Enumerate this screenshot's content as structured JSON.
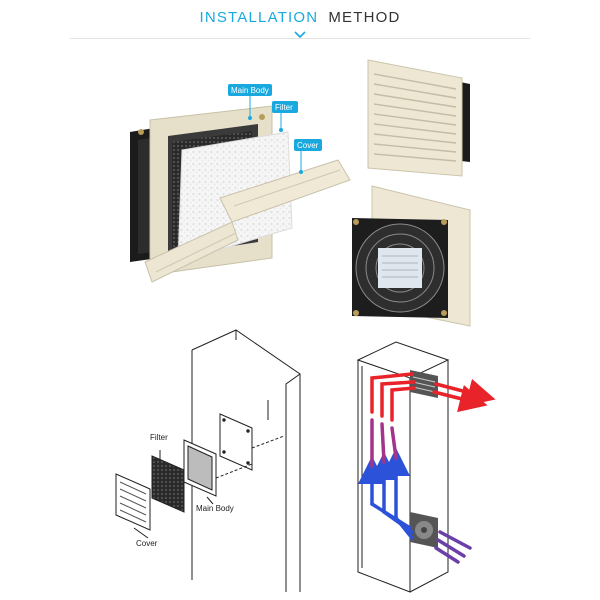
{
  "header": {
    "title_accent": "INSTALLATION",
    "title_rest": "METHOD",
    "accent_color": "#1aa9df"
  },
  "photo_labels": {
    "main_body": "Main Body",
    "filter": "Filter",
    "cover": "Cover"
  },
  "drawing_labels": {
    "filter": "Filter",
    "main_body": "Main Body",
    "cover": "Cover"
  },
  "colors": {
    "housing": "#ece6d2",
    "hot_air": "#e8242a",
    "cool_air": "#2b52d8",
    "exhaust_air": "#6a3fa8"
  }
}
